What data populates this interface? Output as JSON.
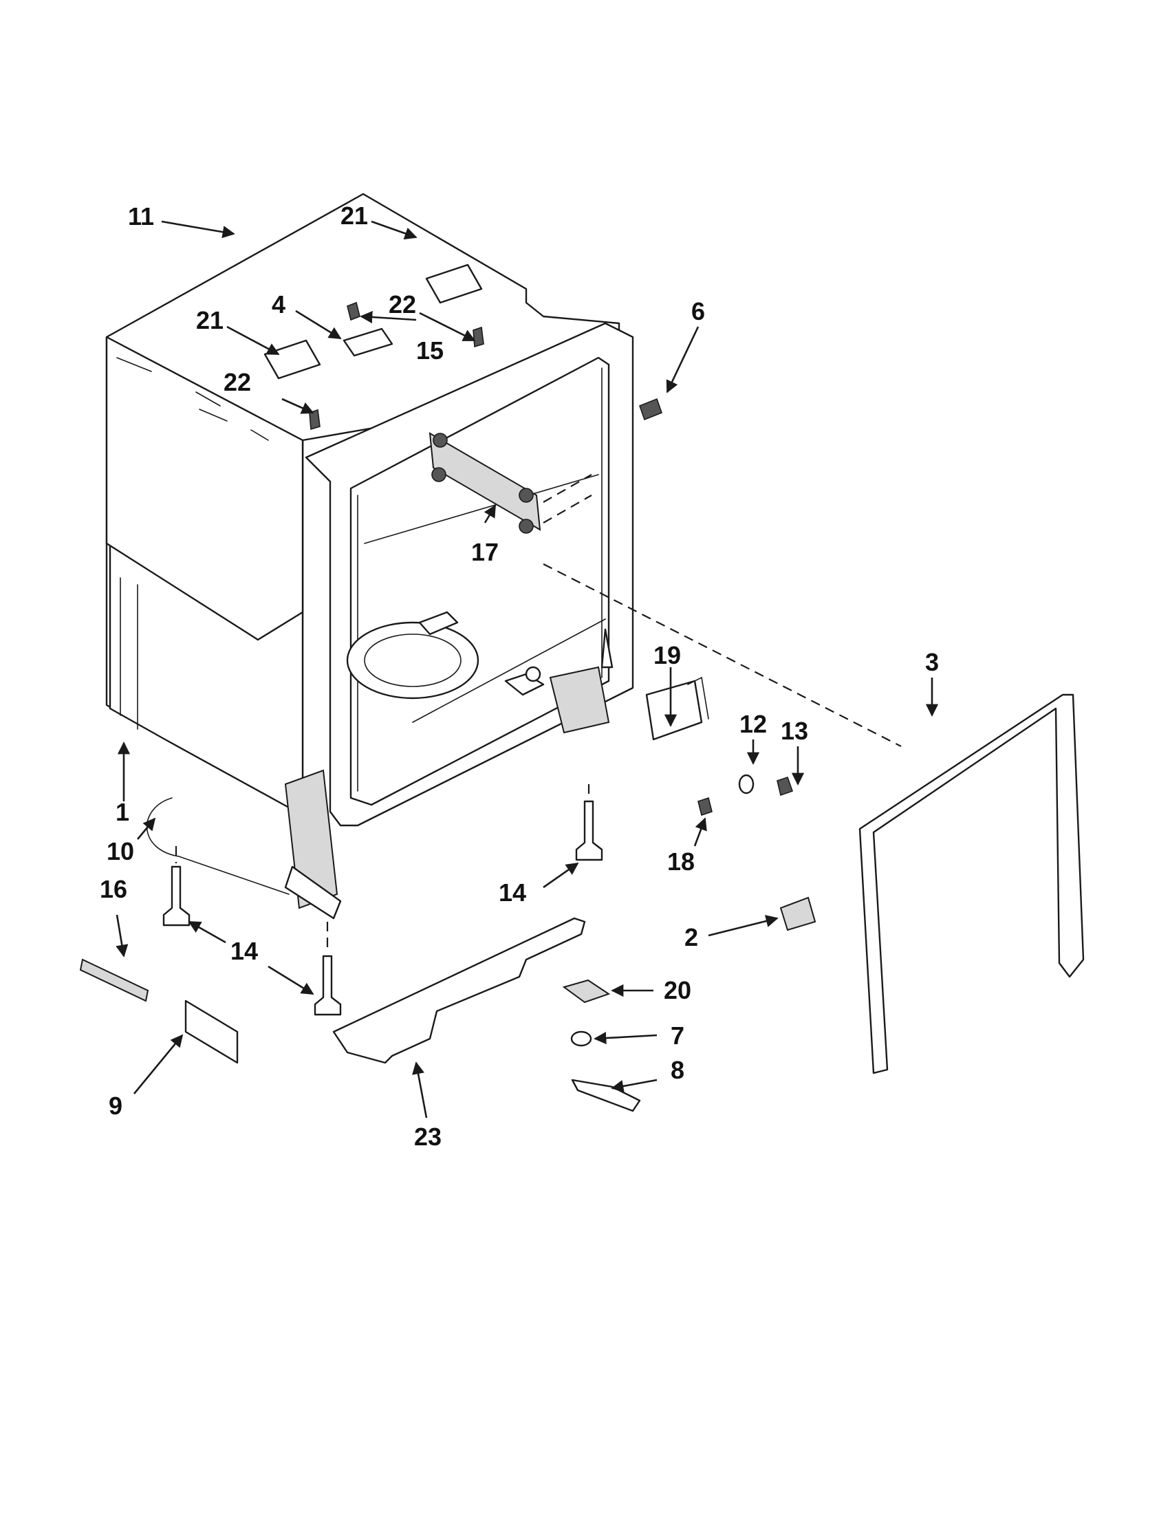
{
  "diagram": {
    "colors": {
      "line": "#1a1a1a",
      "fill": "#ffffff",
      "shade": "#d8d8d8"
    },
    "callouts": [
      "1",
      "2",
      "3",
      "4",
      "6",
      "7",
      "8",
      "9",
      "10",
      "11",
      "12",
      "13",
      "14",
      "14",
      "15",
      "16",
      "17",
      "18",
      "19",
      "20",
      "21",
      "21",
      "22",
      "22",
      "23"
    ]
  }
}
